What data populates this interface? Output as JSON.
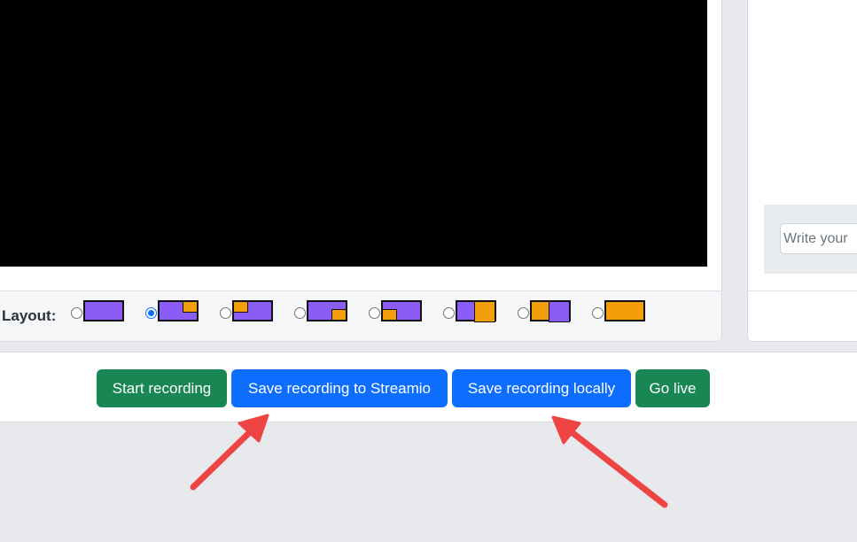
{
  "stage": {
    "layout_label": "Layout:",
    "layout_options": [
      {
        "name": "full-camera",
        "selected": false
      },
      {
        "name": "camera-with-screen-top-right",
        "selected": true
      },
      {
        "name": "camera-with-screen-top-left",
        "selected": false
      },
      {
        "name": "camera-with-screen-bottom-right",
        "selected": false
      },
      {
        "name": "camera-with-screen-bottom-left",
        "selected": false
      },
      {
        "name": "split-camera-left-screen-right",
        "selected": false
      },
      {
        "name": "split-screen-left-camera-right",
        "selected": false
      },
      {
        "name": "full-screen",
        "selected": false
      }
    ]
  },
  "chat": {
    "input_placeholder": "Write your"
  },
  "controls": {
    "start_recording": "Start recording",
    "save_to_streamio": "Save recording to Streamio",
    "save_locally": "Save recording locally",
    "go_live": "Go live"
  },
  "colors": {
    "camera": "#8b5cf6",
    "screen": "#f59e0b",
    "green_button": "#198754",
    "blue_button": "#0d6efd",
    "annotation_arrow": "#ef4444"
  },
  "annotations": [
    {
      "icon": "red-arrow-icon",
      "points_to": "save-to-streamio-button"
    },
    {
      "icon": "red-arrow-icon",
      "points_to": "save-locally-button"
    }
  ]
}
